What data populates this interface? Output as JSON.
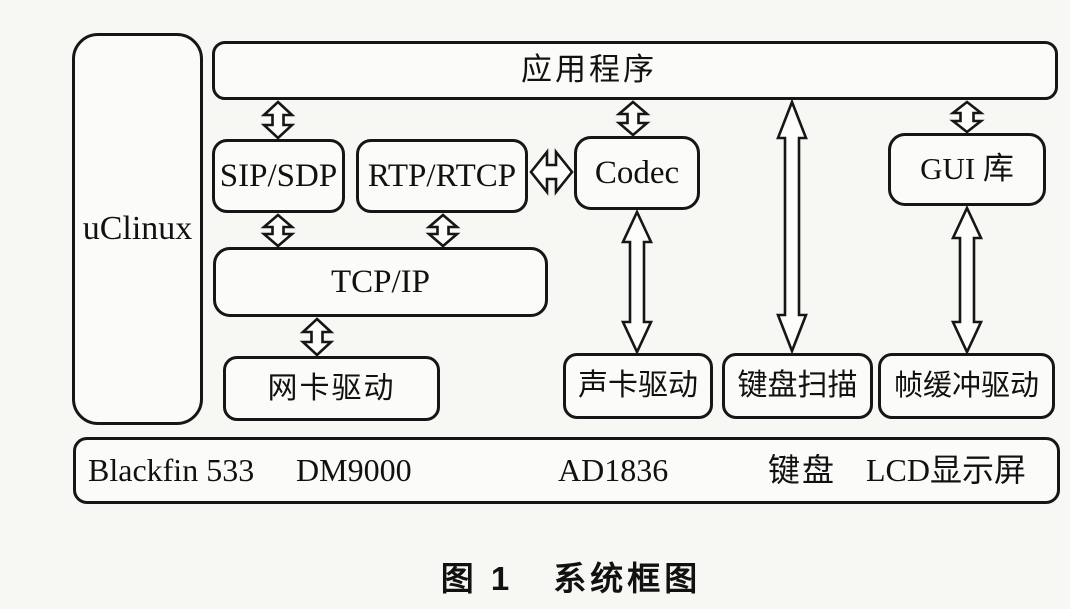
{
  "figure": {
    "os_label": "uClinux",
    "nodes": {
      "application": "应用程序",
      "sip_sdp": "SIP/SDP",
      "rtp_rtcp": "RTP/RTCP",
      "codec": "Codec",
      "gui_lib": "GUI 库",
      "tcp_ip": "TCP/IP",
      "nic_driver": "网卡驱动",
      "sound_driver": "声卡驱动",
      "keyboard_scan": "键盘扫描",
      "framebuffer_driver": "帧缓冲驱动"
    },
    "hardware_items": [
      "Blackfin 533",
      "DM9000",
      "AD1836",
      "键盘",
      "LCD显示屏"
    ],
    "connections": [
      {
        "from": "应用程序",
        "to": "SIP/SDP",
        "type": "bidirectional"
      },
      {
        "from": "应用程序",
        "to": "Codec",
        "type": "bidirectional"
      },
      {
        "from": "应用程序",
        "to": "键盘扫描",
        "type": "bidirectional"
      },
      {
        "from": "应用程序",
        "to": "GUI 库",
        "type": "bidirectional"
      },
      {
        "from": "SIP/SDP",
        "to": "TCP/IP",
        "type": "bidirectional"
      },
      {
        "from": "RTP/RTCP",
        "to": "TCP/IP",
        "type": "bidirectional"
      },
      {
        "from": "RTP/RTCP",
        "to": "Codec",
        "type": "bidirectional"
      },
      {
        "from": "TCP/IP",
        "to": "网卡驱动",
        "type": "bidirectional"
      },
      {
        "from": "Codec",
        "to": "声卡驱动",
        "type": "bidirectional"
      },
      {
        "from": "GUI 库",
        "to": "帧缓冲驱动",
        "type": "bidirectional"
      }
    ],
    "caption": {
      "figure_label": "图 1",
      "title": "系统框图"
    },
    "colors": {
      "line": "#161616",
      "paper": "#f7f7f4",
      "arrow_fill": "#fdfdfc"
    }
  }
}
